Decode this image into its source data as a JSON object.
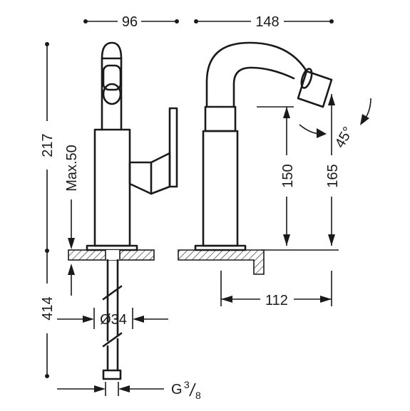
{
  "dimensions": {
    "top_left_width": "96",
    "top_right_width": "148",
    "total_height": "217",
    "max_thickness": "Max.50",
    "hose_length": "414",
    "spout_height_150": "150",
    "spout_height_165": "165",
    "spout_reach": "112",
    "hole_diameter": "Ø34",
    "connection_thread": "G",
    "thread_num": "3",
    "thread_den": "8",
    "angle": "45°"
  },
  "colors": {
    "line": "#1a1a1a",
    "background": "#ffffff"
  }
}
